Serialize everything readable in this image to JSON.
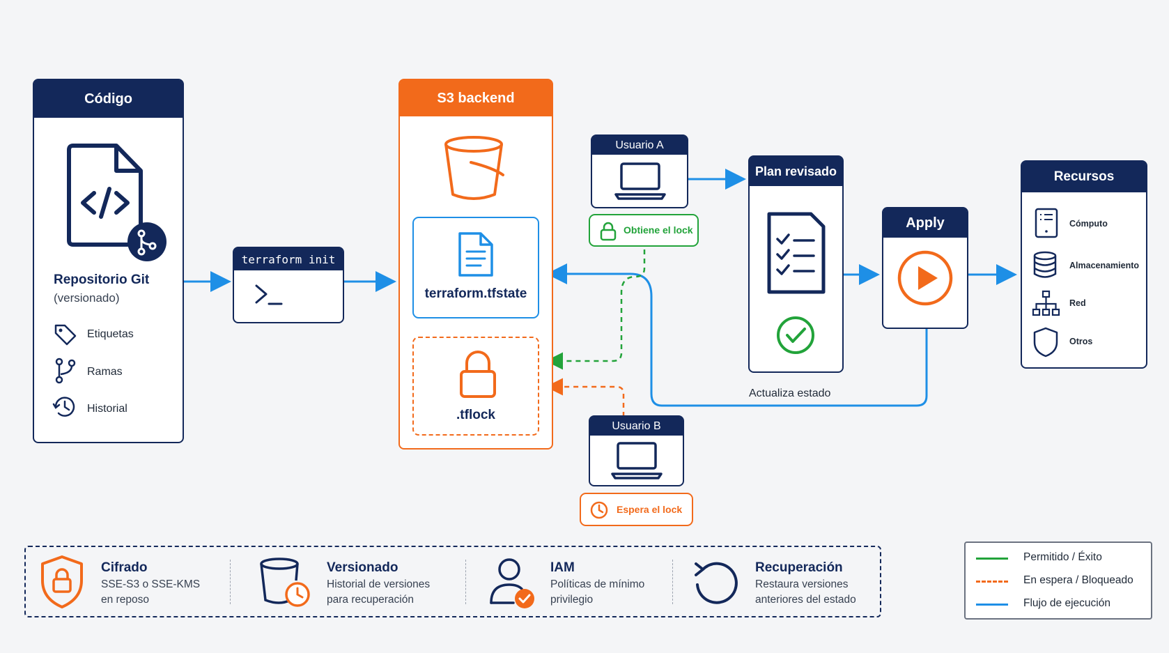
{
  "code": {
    "header": "Código",
    "repo_title": "Repositorio Git",
    "repo_subtitle": "(versionado)",
    "items": [
      {
        "label": "Etiquetas",
        "icon": "tag-icon"
      },
      {
        "label": "Ramas",
        "icon": "branch-icon"
      },
      {
        "label": "Historial",
        "icon": "history-icon"
      }
    ]
  },
  "init": {
    "command": "terraform init",
    "prompt": ">_"
  },
  "s3": {
    "header": "S3 backend",
    "state_file": "terraform.tfstate",
    "lock_file": ".tflock"
  },
  "user_a": {
    "title": "Usuario A",
    "status": "Obtiene el lock"
  },
  "user_b": {
    "title": "Usuario B",
    "status": "Espera el lock"
  },
  "plan": {
    "title": "Plan revisado"
  },
  "apply": {
    "title": "Apply"
  },
  "update_label": "Actualiza estado",
  "resources": {
    "header": "Recursos",
    "items": [
      {
        "label": "Cómputo",
        "icon": "server-icon"
      },
      {
        "label": "Almacenamiento",
        "icon": "database-icon"
      },
      {
        "label": "Red",
        "icon": "network-icon"
      },
      {
        "label": "Otros",
        "icon": "shield-icon"
      }
    ]
  },
  "features": [
    {
      "title": "Cifrado",
      "line1": "SSE-S3 o SSE-KMS",
      "line2": "en reposo"
    },
    {
      "title": "Versionado",
      "line1": "Historial de versiones",
      "line2": "para recuperación"
    },
    {
      "title": "IAM",
      "line1": "Políticas de mínimo",
      "line2": "privilegio"
    },
    {
      "title": "Recuperación",
      "line1": "Restaura versiones",
      "line2": "anteriores del estado"
    }
  ],
  "legend": [
    {
      "label": "Permitido / Éxito",
      "color": "#22a33a",
      "style": "solid"
    },
    {
      "label": "En espera / Bloqueado",
      "color": "#f26a1b",
      "style": "dashed"
    },
    {
      "label": "Flujo de ejecución",
      "color": "#1e8fe6",
      "style": "solid"
    }
  ],
  "colors": {
    "navy": "#13285a",
    "orange": "#f26a1b",
    "green": "#22a33a",
    "blue": "#1e8fe6"
  }
}
